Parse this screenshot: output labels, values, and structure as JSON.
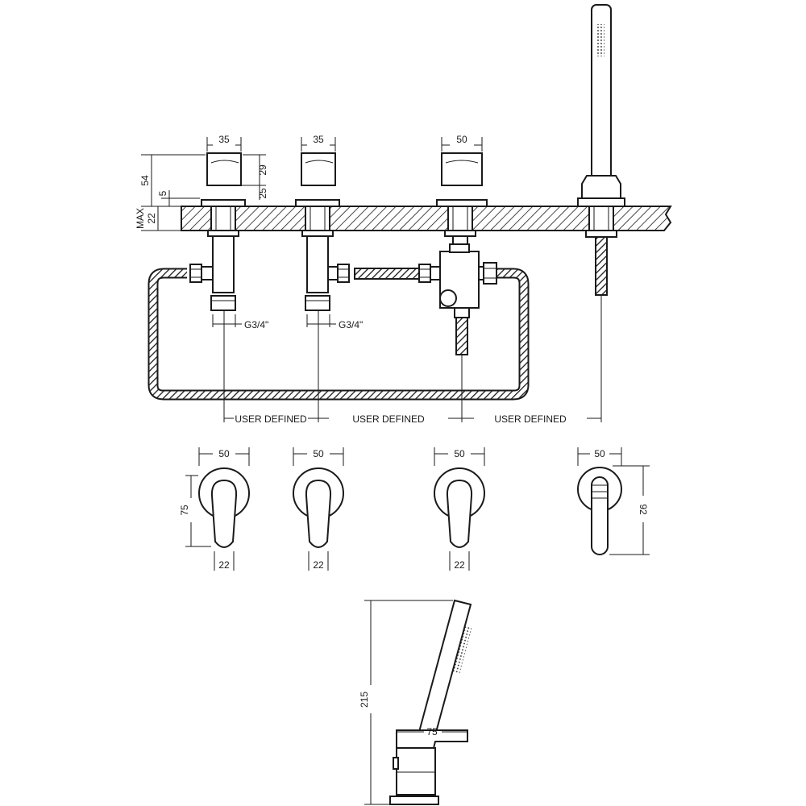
{
  "dimensions": {
    "top_valve_width_left": "35",
    "top_valve_width_mid": "35",
    "top_diverter_width": "50",
    "overall_height": "54",
    "lever_height": "29",
    "body_height": "25",
    "flange": "5",
    "max_deck": "22",
    "max_label": "MAX",
    "thread_left": "G3/4\"",
    "thread_mid": "G3/4\"",
    "user_defined_1": "USER DEFINED",
    "user_defined_2": "USER DEFINED",
    "user_defined_3": "USER DEFINED",
    "plan_width_1": "50",
    "plan_width_2": "50",
    "plan_width_3": "50",
    "plan_width_4": "50",
    "plan_height": "75",
    "plan_lever_1": "22",
    "plan_lever_2": "22",
    "plan_lever_3": "22",
    "plan_handset_height": "92",
    "handset_height": "215",
    "handset_base": "75"
  }
}
